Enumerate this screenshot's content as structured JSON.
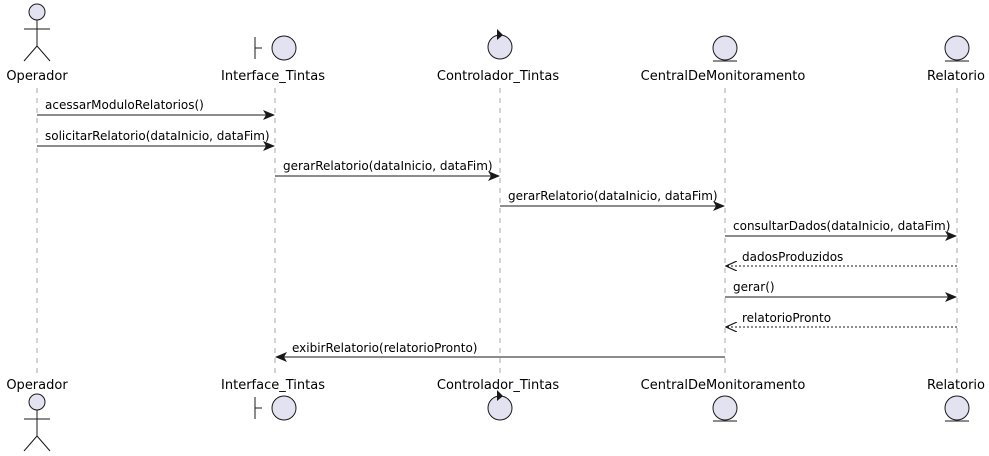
{
  "participants": [
    {
      "id": "operador",
      "label": "Operador",
      "kind": "actor"
    },
    {
      "id": "interface",
      "label": "Interface_Tintas",
      "kind": "boundary"
    },
    {
      "id": "controlador",
      "label": "Controlador_Tintas",
      "kind": "control"
    },
    {
      "id": "central",
      "label": "CentralDeMonitoramento",
      "kind": "entity"
    },
    {
      "id": "relatorio",
      "label": "Relatorio",
      "kind": "entity"
    }
  ],
  "messages": [
    {
      "label": "acessarModuloRelatorios()",
      "from": "operador",
      "to": "interface",
      "style": "sync"
    },
    {
      "label": "solicitarRelatorio(dataInicio, dataFim)",
      "from": "operador",
      "to": "interface",
      "style": "sync"
    },
    {
      "label": "gerarRelatorio(dataInicio, dataFim)",
      "from": "interface",
      "to": "controlador",
      "style": "sync"
    },
    {
      "label": "gerarRelatorio(dataInicio, dataFim)",
      "from": "controlador",
      "to": "central",
      "style": "sync"
    },
    {
      "label": "consultarDados(dataInicio, dataFim)",
      "from": "central",
      "to": "relatorio",
      "style": "sync"
    },
    {
      "label": "dadosProduzidos",
      "from": "relatorio",
      "to": "central",
      "style": "return"
    },
    {
      "label": "gerar()",
      "from": "central",
      "to": "relatorio",
      "style": "sync"
    },
    {
      "label": "relatorioPronto",
      "from": "relatorio",
      "to": "central",
      "style": "return"
    },
    {
      "label": "exibirRelatorio(relatorioPronto)",
      "from": "central",
      "to": "interface",
      "style": "sync"
    }
  ]
}
